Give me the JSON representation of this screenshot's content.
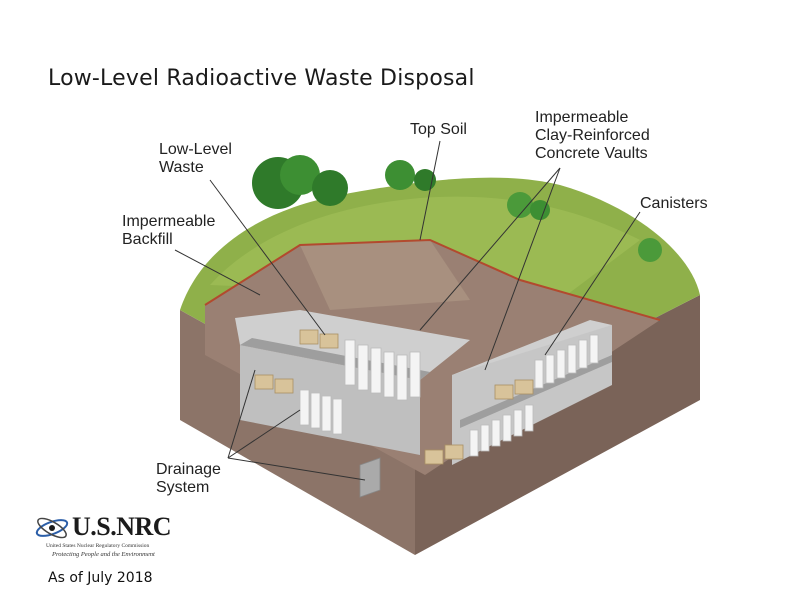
{
  "title": "Low-Level Radioactive Waste Disposal",
  "labels": {
    "top_soil": "Top Soil",
    "vaults_line1": "Impermeable",
    "vaults_line2": "Clay-Reinforced",
    "vaults_line3": "Concrete Vaults",
    "waste_line1": "Low-Level",
    "waste_line2": "Waste",
    "backfill_line1": "Impermeable",
    "backfill_line2": "Backfill",
    "canisters": "Canisters",
    "drainage_line1": "Drainage",
    "drainage_line2": "System"
  },
  "logo": {
    "name": "U.S.NRC",
    "subtitle": "United States Nuclear Regulatory Commission",
    "tagline": "Protecting People and the Environment"
  },
  "date_note": "As of July 2018",
  "colors": {
    "grass": "#8fb04a",
    "soil": "#8c7468",
    "soil_dark": "#6e5a50",
    "concrete": "#c9c9c9",
    "canister": "#f4f4f4",
    "box": "#d8c39a"
  }
}
